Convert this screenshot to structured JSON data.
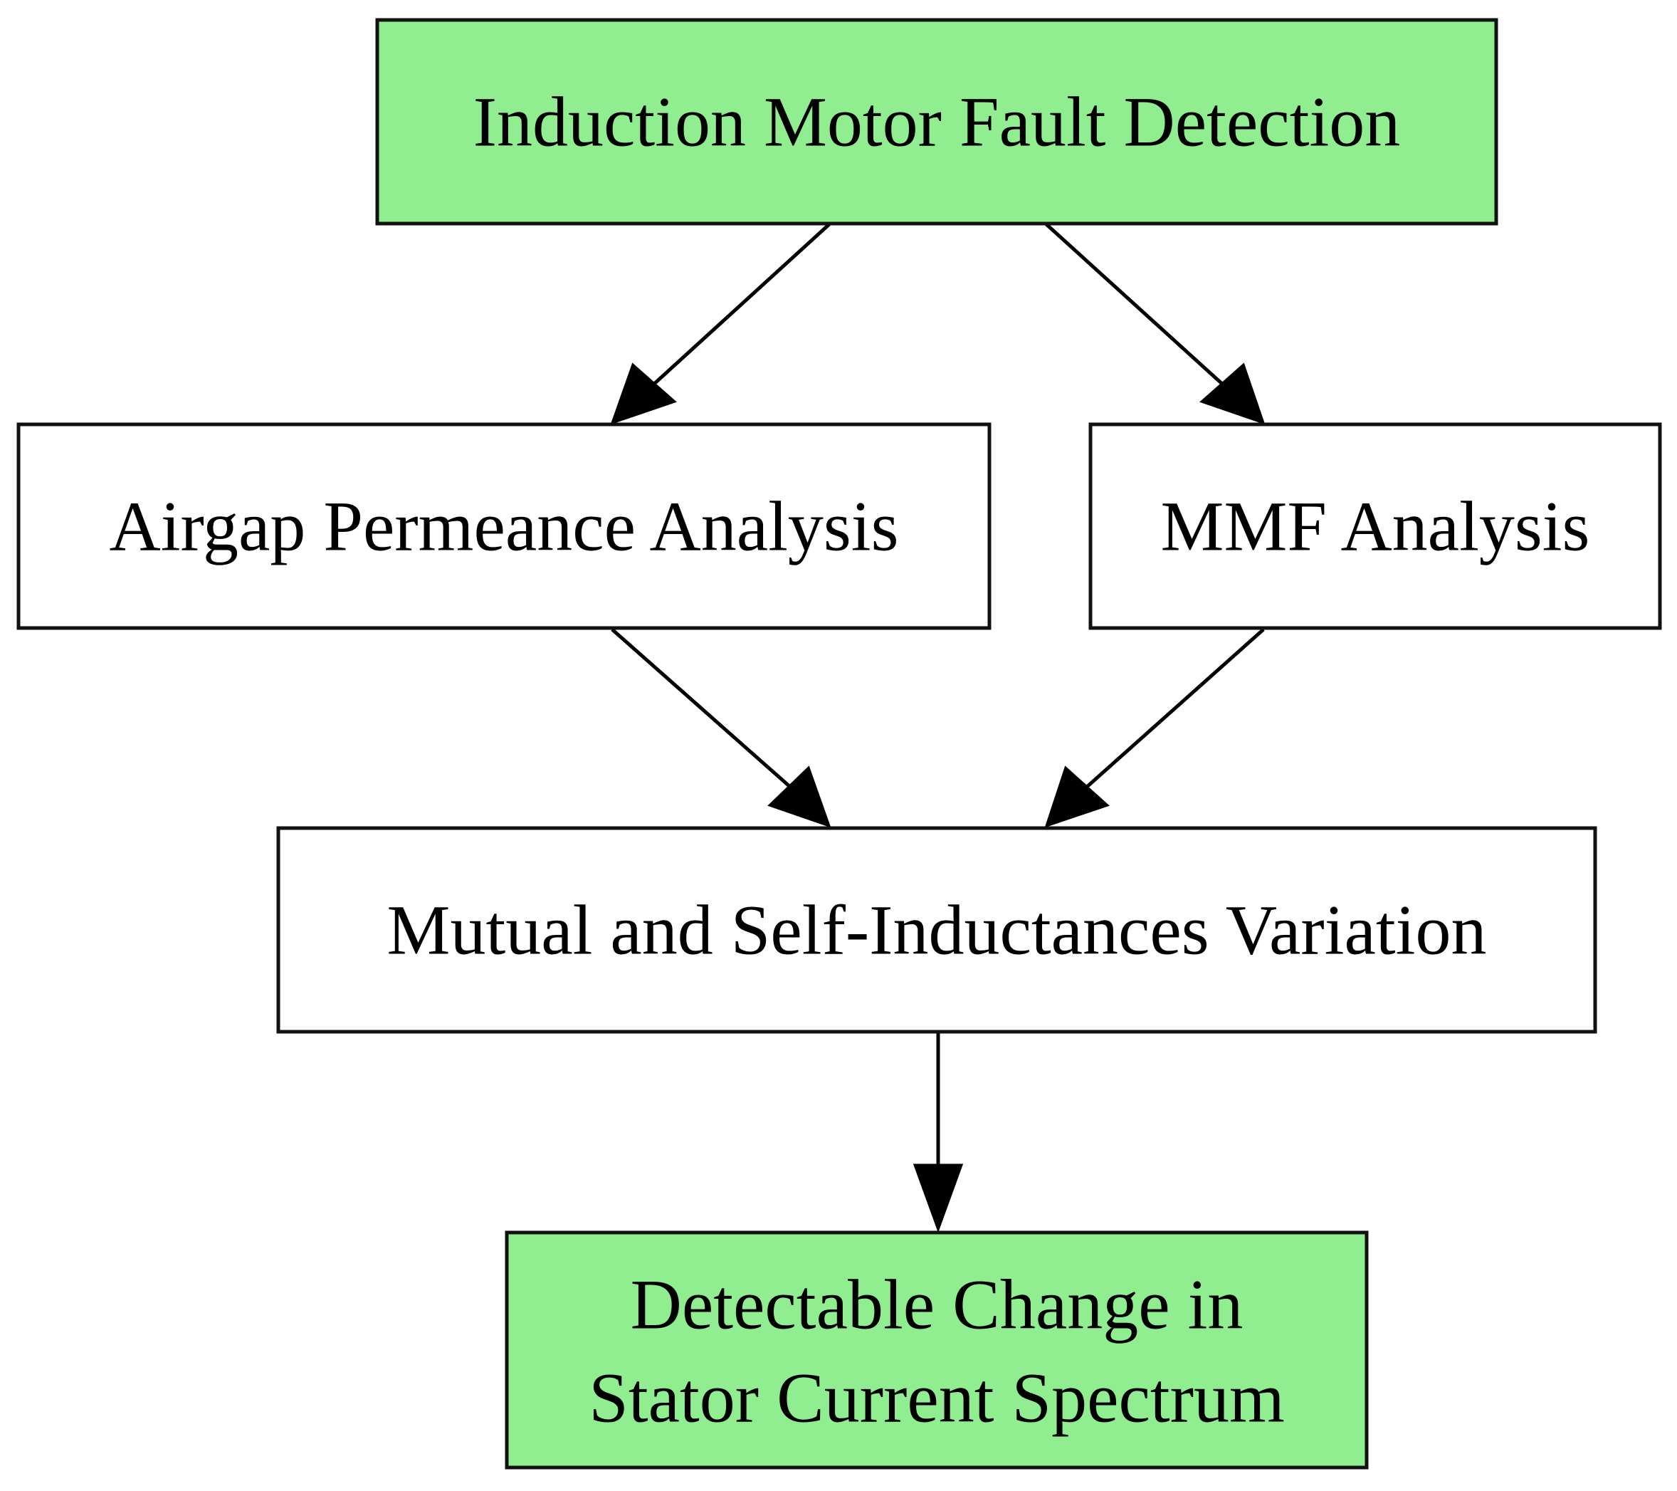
{
  "diagram": {
    "nodes": {
      "fault_detection": {
        "label": "Induction Motor Fault Detection",
        "fill": "#90ee90"
      },
      "airgap": {
        "label": "Airgap Permeance Analysis",
        "fill": "#ffffff"
      },
      "mmf": {
        "label": "MMF Analysis",
        "fill": "#ffffff"
      },
      "inductance": {
        "label": "Mutual and Self-Inductances Variation",
        "fill": "#ffffff"
      },
      "stator": {
        "label_line1": "Detectable Change in",
        "label_line2": "Stator Current Spectrum",
        "fill": "#90ee90"
      }
    },
    "edges": [
      {
        "from": "fault_detection",
        "to": "airgap"
      },
      {
        "from": "fault_detection",
        "to": "mmf"
      },
      {
        "from": "airgap",
        "to": "inductance"
      },
      {
        "from": "mmf",
        "to": "inductance"
      },
      {
        "from": "inductance",
        "to": "stator"
      }
    ],
    "colors": {
      "highlight": "#90ee90",
      "default": "#ffffff",
      "stroke": "#111111"
    }
  }
}
